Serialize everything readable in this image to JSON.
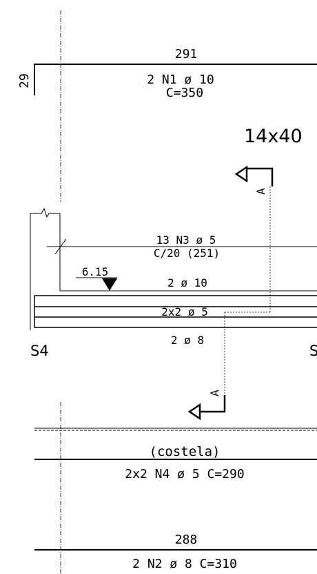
{
  "top_bar": {
    "length": "291",
    "hook": "29",
    "spec": "2 N1 ø 10",
    "cut": "C=350"
  },
  "beam_label": "14x40",
  "section_mark": "A",
  "stirrups": {
    "spec": "13 N3 ø 5",
    "spacing": "C/20 (251)"
  },
  "level": "6.15",
  "top_rebar": "2 ø 10",
  "skin_rebar": "2x2 ø 5",
  "bottom_rebar": "2 ø 8",
  "support_left": "S4",
  "support_right": "S",
  "rib": {
    "label": "(costela)",
    "spec": "2x2 N4 ø 5 C=290"
  },
  "bottom_bar": {
    "length": "288",
    "spec": "2 N2 ø 8 C=310"
  }
}
